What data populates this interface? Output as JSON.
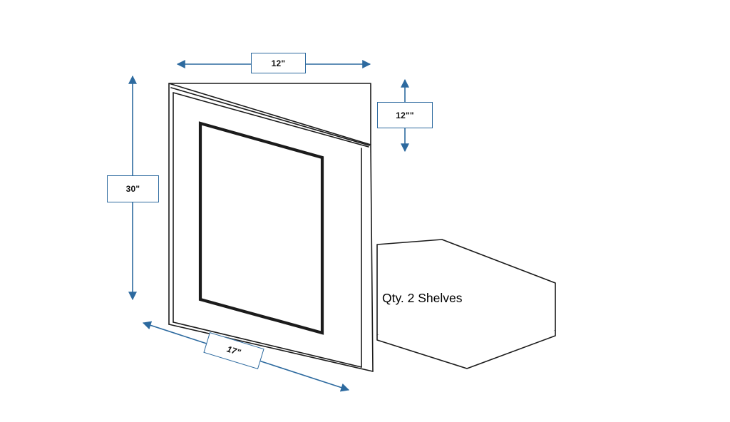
{
  "diagram": {
    "dimensions": {
      "top_width": "12\"",
      "right_depth": "12\"\"",
      "left_height": "30\"",
      "bottom_diagonal": "17\""
    },
    "note": "Qty. 2 Shelves",
    "colors": {
      "dimension_line": "#2d6a9f",
      "drawing_line": "#1b1b1b",
      "background": "#ffffff"
    }
  }
}
